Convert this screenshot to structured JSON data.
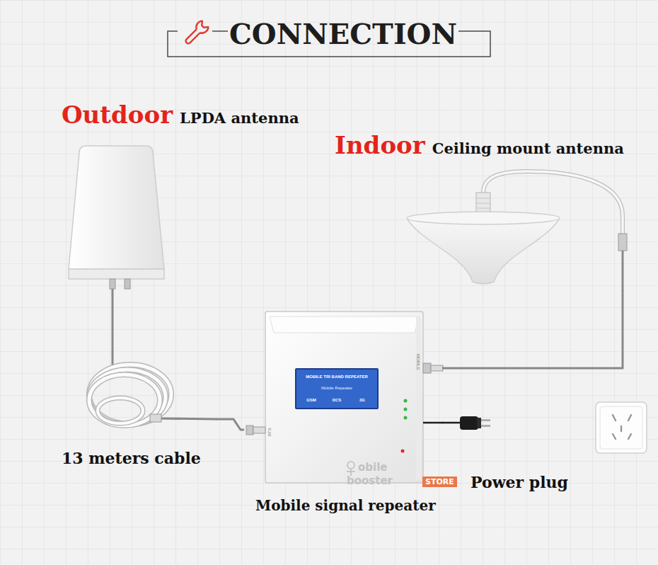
{
  "diagram": {
    "title": "CONNECTION",
    "nodes": [
      {
        "text": [
          "Outdoor",
          "LPDA antenna"
        ]
      },
      {
        "text": [
          "Indoor",
          "Ceiling mount antenna"
        ]
      },
      {
        "text": [
          "13 meters cable"
        ]
      },
      {
        "text": [
          "Mobile signal repeater"
        ]
      },
      {
        "text": [
          "MOBILE TRI BAND REPEATER",
          "Mobile Repeater",
          "GSM",
          "DCS",
          "3G"
        ],
        "in": 3
      },
      {
        "text": [
          "Power plug"
        ]
      }
    ],
    "edges": [
      {
        "from": 0,
        "to": 2,
        "arrow": "none"
      },
      {
        "from": 2,
        "to": 3,
        "arrow": "none"
      },
      {
        "from": 3,
        "to": 1,
        "arrow": "none"
      },
      {
        "from": 3,
        "to": 5,
        "arrow": "none"
      }
    ],
    "labels": [
      "obile",
      "booster",
      "STORE",
      "MOBILE",
      "BTS"
    ]
  }
}
